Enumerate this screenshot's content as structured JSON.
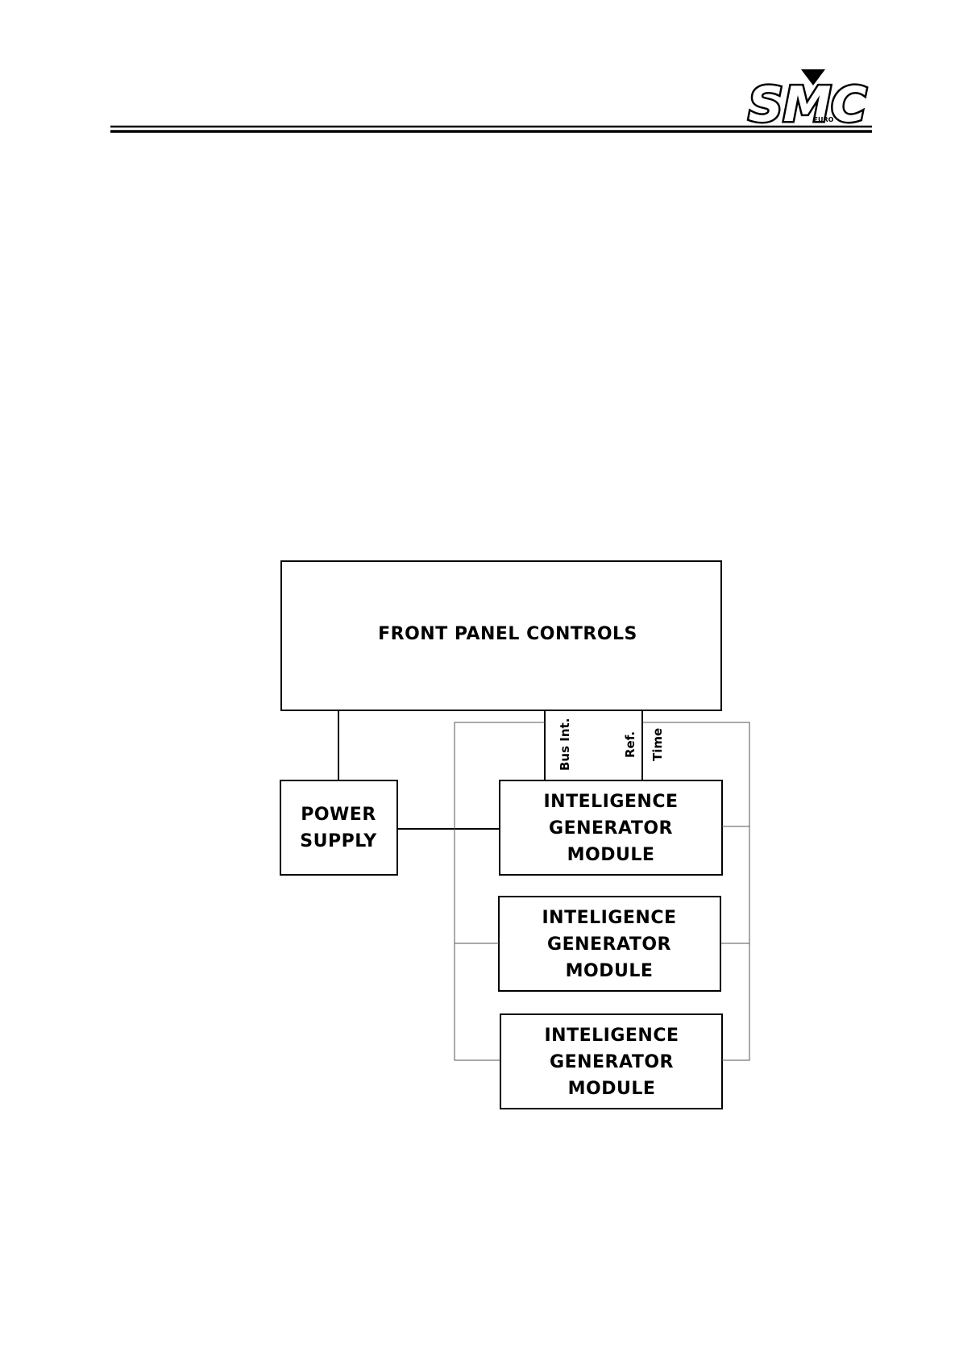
{
  "header": {
    "logo": {
      "text": "SMC",
      "subtext": "EURO"
    }
  },
  "diagram": {
    "front_panel": {
      "label": "FRONT PANEL CONTROLS"
    },
    "power_supply": {
      "lines": [
        "POWER",
        "SUPPLY"
      ]
    },
    "modules": [
      {
        "lines": [
          "INTELIGENCE",
          "GENERATOR",
          "MODULE"
        ]
      },
      {
        "lines": [
          "INTELIGENCE",
          "GENERATOR",
          "MODULE"
        ]
      },
      {
        "lines": [
          "INTELIGENCE",
          "GENERATOR",
          "MODULE"
        ]
      }
    ],
    "signals": {
      "bus": "Bus Int.",
      "ref": "Ref.",
      "time": "Time"
    }
  }
}
